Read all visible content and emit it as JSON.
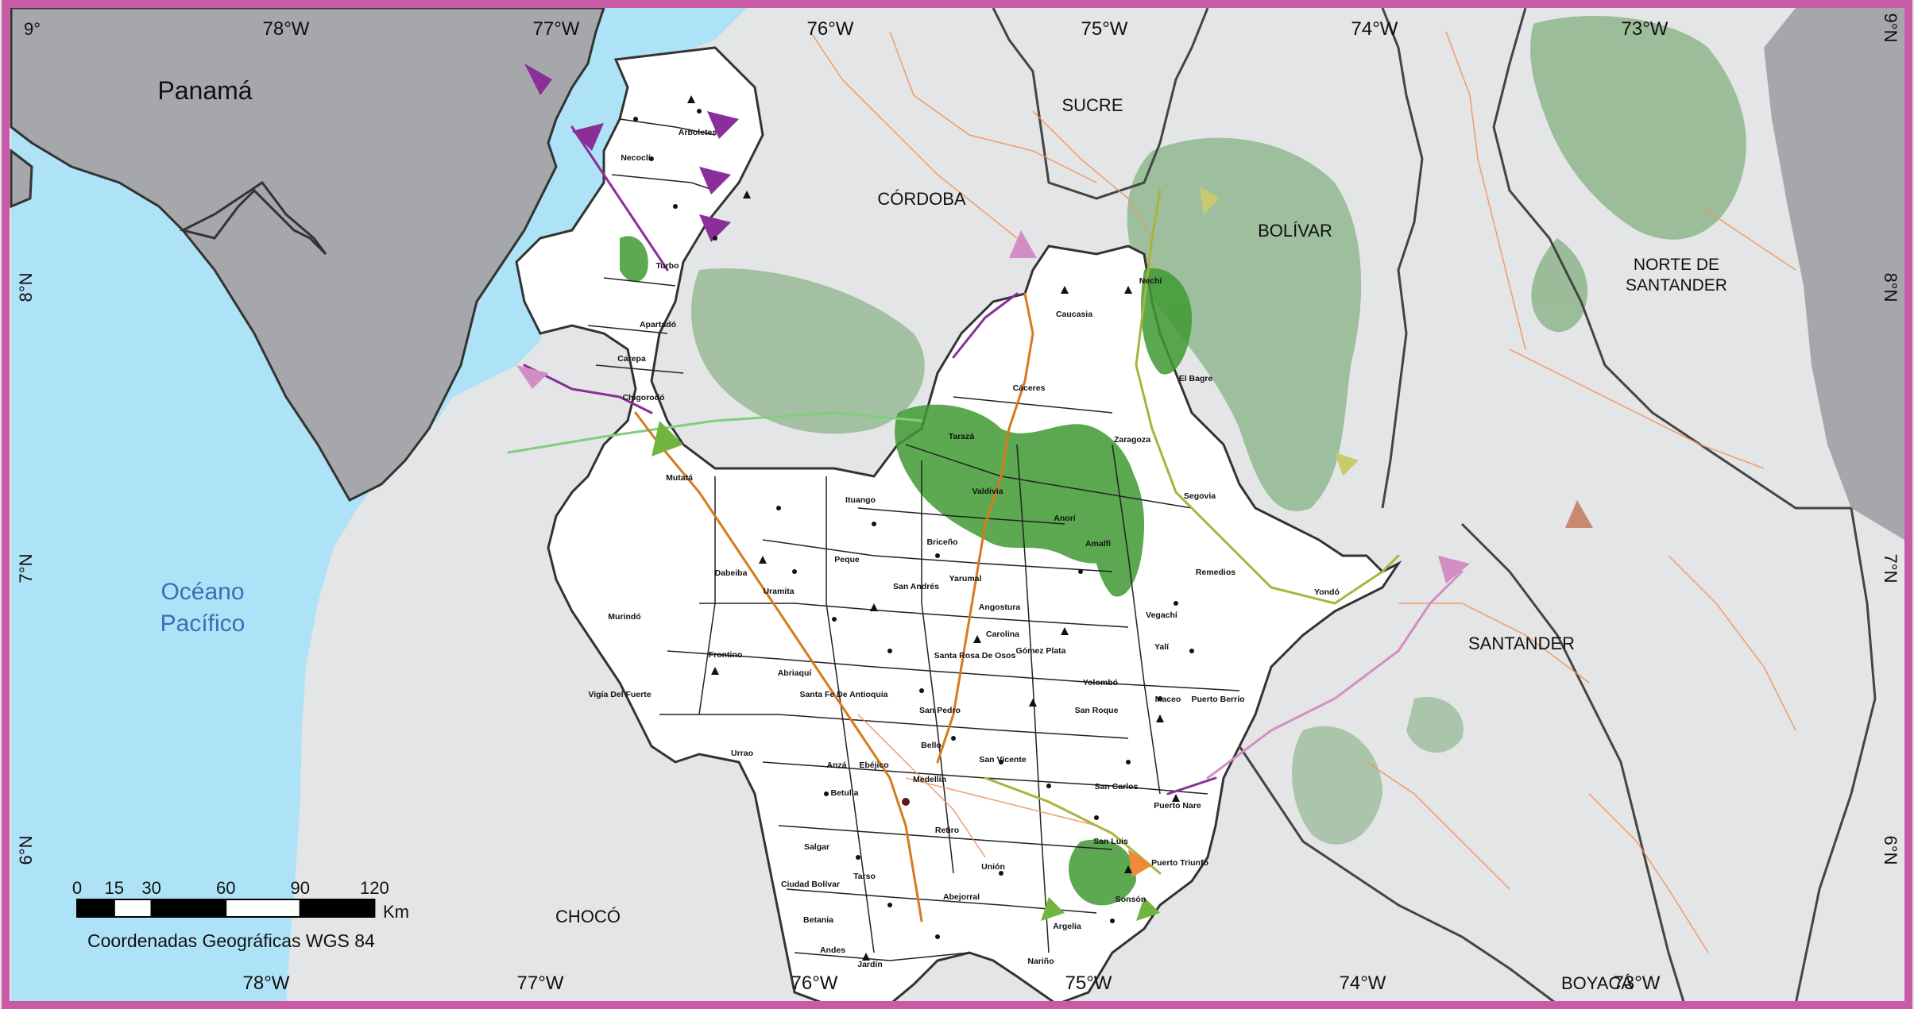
{
  "coordinate_labels": {
    "top": [
      "78°W",
      "77°W",
      "76°W",
      "75°W",
      "74°W",
      "73°W"
    ],
    "bottom": [
      "78°W",
      "77°W",
      "76°W",
      "75°W",
      "74°W",
      "73°W"
    ],
    "left": [
      "8°N",
      "7°N",
      "6°N"
    ],
    "right": [
      "9°N",
      "8°N",
      "7°N",
      "6°N"
    ],
    "corner_top_left": "9°"
  },
  "regions": {
    "panama": "Panamá",
    "ocean_line1": "Océano",
    "ocean_line2": "Pacífico",
    "cordoba": "CÓRDOBA",
    "sucre": "SUCRE",
    "bolivar": "BOLÍVAR",
    "norte_santander_line1": "NORTE DE",
    "norte_santander_line2": "SANTANDER",
    "santander": "SANTANDER",
    "choco": "CHOCÓ",
    "boyaca": "BOYACÁ"
  },
  "municipalities": [
    "Arboletes",
    "Necoclí",
    "Turbo",
    "Apartadó",
    "Carepa",
    "Chigorodó",
    "Mutatá",
    "Caucasia",
    "Nechí",
    "El Bagre",
    "Cáceres",
    "Tarazá",
    "Zaragoza",
    "Valdivia",
    "Segovia",
    "Ituango",
    "Anorí",
    "Remedios",
    "Briceño",
    "Amalfi",
    "Peque",
    "Yondó",
    "Dabeiba",
    "Yarumal",
    "Uramita",
    "San Andrés",
    "Angostura",
    "Vegachí",
    "Carolina",
    "Yalí",
    "Frontino",
    "Murindó",
    "Abriaquí",
    "Santa Rosa De Osos",
    "Gómez Plata",
    "Yolombó",
    "Maceo",
    "Santa Fe De Antioquia",
    "Vigía Del Fuerte",
    "Puerto Berrío",
    "San Pedro",
    "San Roque",
    "Bello",
    "Urrao",
    "Anzá",
    "Ebéjico",
    "San Vicente",
    "Medellín",
    "Betulia",
    "San Carlos",
    "Puerto Nare",
    "Retiro",
    "Salgar",
    "San Luis",
    "Puerto Triunfo",
    "Unión",
    "Ciudad Bolívar",
    "Tarso",
    "Betania",
    "Abejorral",
    "Sonsón",
    "Argelia",
    "Andes",
    "Jardín",
    "Nariño"
  ],
  "scale_bar": {
    "ticks": [
      "0",
      "15",
      "30",
      "60",
      "90",
      "120"
    ],
    "tick_km": [
      0,
      15,
      30,
      60,
      90,
      120
    ],
    "unit": "Km",
    "caption": "Coordenadas Geográficas WGS 84"
  },
  "colors": {
    "frame": "#c85aa8",
    "ocean": "#aee3f7",
    "panama": "#a6a7aa",
    "neighbors": "#e4e5e6",
    "antioquia": "#ffffff",
    "dark_green": "#3f9a33",
    "light_green": "#92b891",
    "road": "#f0935c",
    "purple": "#8a2f9a",
    "orange_route": "#d77a1f",
    "olive_route": "#a8b43c",
    "light_green_route": "#7fcf7f",
    "pink_route": "#d28ec4"
  }
}
